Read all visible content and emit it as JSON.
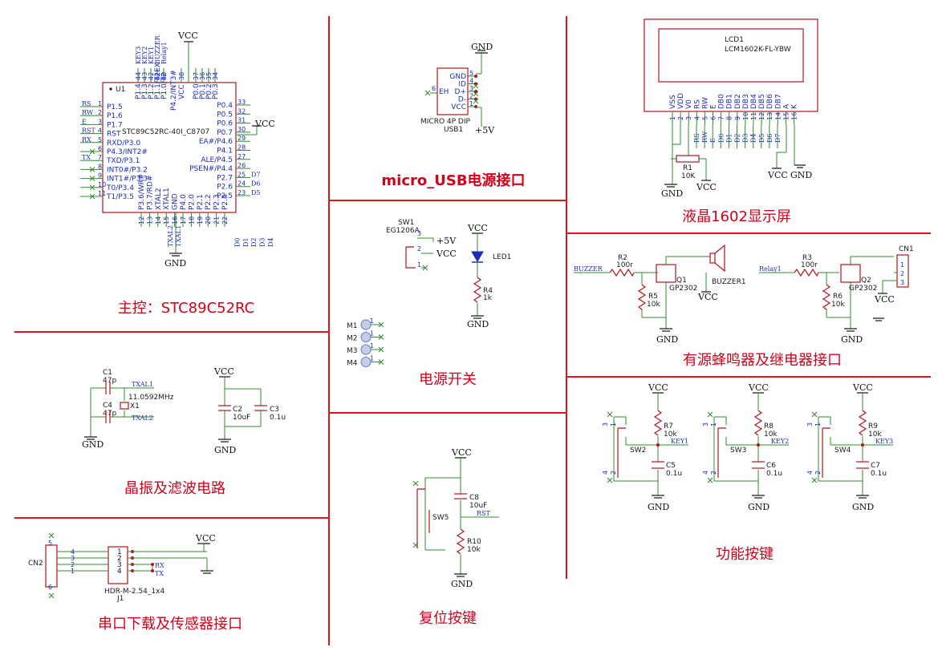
{
  "sections": {
    "mcu": "主控：STC89C52RC",
    "usb": "micro_USB电源接口",
    "lcd": "液晶1602显示屏",
    "crystal": "晶振及滤波电路",
    "switch": "电源开关",
    "buzzer": "有源蜂鸣器及继电器接口",
    "keys": "功能按键",
    "reset": "复位按键",
    "serial": "串口下载及传感器接口"
  },
  "power": {
    "vcc": "VCC",
    "gnd": "GND",
    "v5": "+5V"
  },
  "mcu": {
    "ref": "U1",
    "part": "STC89C52RC-40I_C8707",
    "top_nets": [
      "KEY3",
      "KEY2",
      "KEY1",
      "BUZZER",
      "Relay1"
    ],
    "top_pins": [
      "P1.4",
      "P1.3",
      "P1.2",
      "P1.1/T2EX",
      "P1.0/T2",
      "VCC",
      "P0.0",
      "P0.1",
      "P0.2",
      "P0.3"
    ],
    "top_pin_numbers": [
      "44",
      "43",
      "42",
      "41",
      "40",
      "38",
      "37",
      "36",
      "35",
      "34"
    ],
    "top_extra": "P4.2/INT3#",
    "left_nets": [
      "RS",
      "RW",
      "E",
      "RST",
      "RX",
      "TX"
    ],
    "left_pins": [
      "P1.5",
      "P1.6",
      "P1.7",
      "RST",
      "RXD/P3.0",
      "P4.3/INT2#",
      "TXD/P3.1",
      "INT0#/P3.2",
      "INT1#/P3.3",
      "T0/P3.4",
      "T1/P3.5"
    ],
    "right_pins": [
      "P0.4",
      "P0.5",
      "P0.6",
      "P0.7",
      "EA#/P4.6",
      "P4.1",
      "ALE/P4.5",
      "PSEN#/P4.4",
      "P2.7",
      "P2.6",
      "P2.5"
    ],
    "right_pin_numbers": [
      "33",
      "32",
      "31",
      "30",
      "29",
      "28",
      "27",
      "26",
      "25",
      "24",
      "23"
    ],
    "right_nets": [
      "D7",
      "D6",
      "D5"
    ],
    "bottom_pins": [
      "P3.6/WR#",
      "P3.7/RD#",
      "XTAL2",
      "XTAL1",
      "GND",
      "P4.0",
      "P2.0",
      "P2.1",
      "P2.2",
      "P2.3",
      "P2.4"
    ],
    "bottom_pin_numbers": [
      "12",
      "13",
      "14",
      "15",
      "16",
      "17",
      "18",
      "19",
      "20",
      "21",
      "22"
    ],
    "bottom_nets": [
      "TXAL2",
      "TXAL1",
      "D0",
      "D1",
      "D2",
      "D3",
      "D4"
    ]
  },
  "usb": {
    "ref": "USB1",
    "part": "MICRO 4P DIP",
    "pins": [
      "GND",
      "ID",
      "D+",
      "D-",
      "VCC"
    ],
    "pin_numbers": [
      "5",
      "4",
      "3",
      "2",
      "1"
    ],
    "eh": "EH",
    "eh_num": "6"
  },
  "lcd": {
    "ref": "LCD1",
    "part": "LCM1602K-FL-YBW",
    "pins": [
      "VSS",
      "VDD",
      "V0",
      "RS",
      "RW",
      "E",
      "DB0",
      "DB1",
      "DB2",
      "DB3",
      "DB4",
      "DB5",
      "DB6",
      "DB7",
      "A",
      "K"
    ],
    "pin_numbers": [
      "1",
      "2",
      "3",
      "4",
      "5",
      "6",
      "7",
      "8",
      "9",
      "10",
      "11",
      "12",
      "13",
      "14",
      "15",
      "16"
    ],
    "nets": [
      "RS",
      "RW",
      "E",
      "D0",
      "D1",
      "D2",
      "D3",
      "D4",
      "D5",
      "D6",
      "D7"
    ],
    "pot": {
      "ref": "R1",
      "value": "10K"
    }
  },
  "crystal": {
    "c1": {
      "ref": "C1",
      "value": "47p"
    },
    "c4": {
      "ref": "C4",
      "value": "47p"
    },
    "x1": {
      "ref": "X1",
      "value": "11.0592MHz"
    },
    "net1": "TXAL1",
    "net2": "TXAL2",
    "c2": {
      "ref": "C2",
      "value": "10uF"
    },
    "c3": {
      "ref": "C3",
      "value": "0.1u"
    }
  },
  "switch": {
    "ref": "SW1",
    "part": "EG1206A",
    "pins": [
      "3",
      "2",
      "1"
    ],
    "led": {
      "ref": "LED1"
    },
    "r4": {
      "ref": "R4",
      "value": "1k"
    },
    "holes": [
      "M1",
      "M2",
      "M3",
      "M4"
    ],
    "hole_pin": "1"
  },
  "buzzer": {
    "r2": {
      "ref": "R2",
      "value": "100r"
    },
    "r5": {
      "ref": "R5",
      "value": "10k"
    },
    "q1": {
      "ref": "Q1",
      "part": "GP2302"
    },
    "ref": "BUZZER1",
    "net_in": "BUZZER",
    "r3": {
      "ref": "R3",
      "value": "100r"
    },
    "r6": {
      "ref": "R6",
      "value": "10k"
    },
    "q2": {
      "ref": "Q2",
      "part": "GP2302"
    },
    "relay_net": "Relay1",
    "cn1": {
      "ref": "CN1",
      "pins": [
        "1",
        "2",
        "3"
      ]
    }
  },
  "keys": {
    "items": [
      {
        "sw": "SW2",
        "r": "R7",
        "rv": "10k",
        "c": "C5",
        "cv": "0.1u",
        "net": "KEY1"
      },
      {
        "sw": "SW3",
        "r": "R8",
        "rv": "10k",
        "c": "C6",
        "cv": "0.1u",
        "net": "KEY2"
      },
      {
        "sw": "SW4",
        "r": "R9",
        "rv": "10k",
        "c": "C7",
        "cv": "0.1u",
        "net": "KEY3"
      }
    ],
    "pins": [
      "3",
      "1",
      "4",
      "2"
    ]
  },
  "reset": {
    "sw": "SW5",
    "c8": {
      "ref": "C8",
      "value": "10uF"
    },
    "r10": {
      "ref": "R10",
      "value": "10k"
    },
    "net": "RST"
  },
  "serial": {
    "cn2": "CN2",
    "cn2_pins": [
      "4",
      "3",
      "2",
      "1"
    ],
    "cn2_extra": [
      "5",
      "6"
    ],
    "j1": "J1",
    "j1_part": "HDR-M-2.54_1x4",
    "j1_pins": [
      "1",
      "2",
      "3",
      "4"
    ],
    "nets": [
      "RX",
      "TX"
    ]
  }
}
